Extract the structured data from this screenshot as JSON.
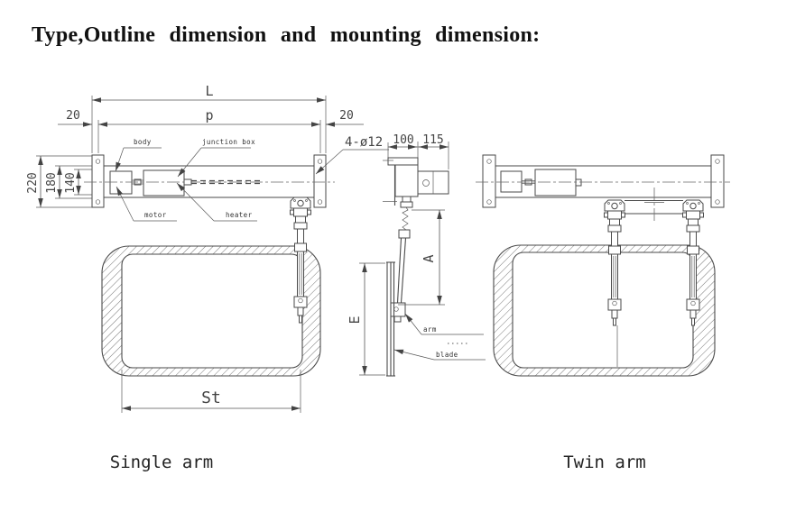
{
  "title": "Type,Outline dimension and mounting dimension:",
  "single_arm": {
    "caption": "Single arm",
    "dims": {
      "overall": "L",
      "mounting": "p",
      "offset_left": "20",
      "offset_right": "20",
      "plate_height": "220",
      "beam_height": "180",
      "body_height": "140",
      "holes": "4-ø12",
      "stroke": "St"
    },
    "labels": {
      "body": "body",
      "junction_box": "junction box",
      "motor": "motor",
      "heater": "heater"
    }
  },
  "side_view": {
    "dims": {
      "body_depth": "100",
      "box_depth": "115",
      "arm_length": "A",
      "glass_height": "E"
    },
    "labels": {
      "arm": "arm",
      "blade": "blade"
    }
  },
  "twin_arm": {
    "caption": "Twin arm"
  },
  "colors": {
    "line": "#4a4a4a",
    "dimension": "#555555",
    "text": "#333333",
    "background": "#ffffff"
  }
}
